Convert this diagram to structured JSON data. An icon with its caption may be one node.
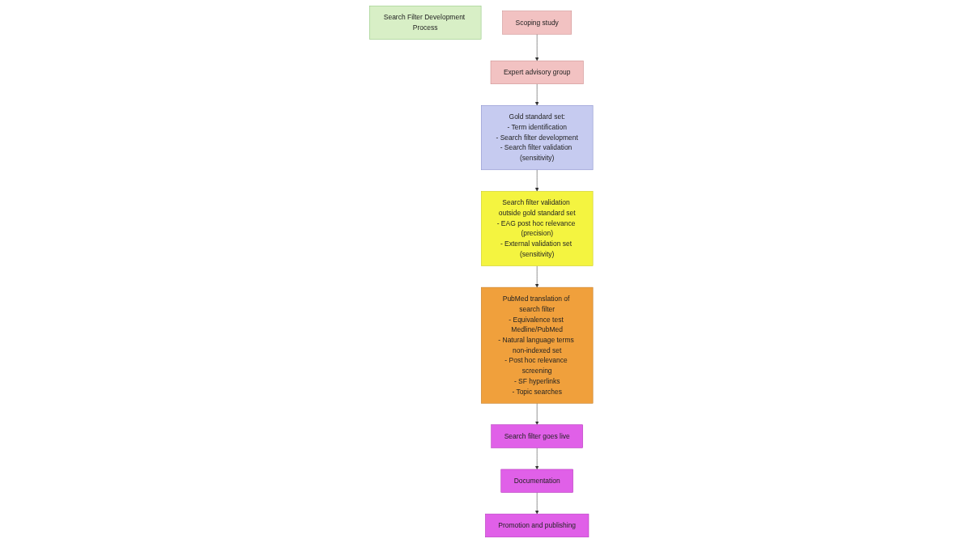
{
  "diagram": {
    "nodes": [
      {
        "text": [
          "Search Filter Development Process"
        ]
      },
      {
        "text": [
          "Scoping study"
        ]
      },
      {
        "text": [
          "Expert advisory group"
        ]
      },
      {
        "text": [
          "Gold standard set:",
          "- Term identification",
          "- Search filter development",
          "- Search filter validation (sensitivity)"
        ]
      },
      {
        "text": [
          "PubMed translation of search filter",
          "- Equivalence test Medline/PubMed",
          "- Natural language terms non-indexed set",
          "- Post hoc relevance screening",
          "- SF hyperlinks",
          "- Topic searches"
        ]
      },
      {
        "text": [
          "Search filter validation outside gold standard set",
          "- EAG post hoc relevance (precision)",
          "- External validation set (sensitivity)"
        ]
      },
      {
        "text": [
          "Search filter goes live"
        ]
      },
      {
        "text": [
          "Documentation"
        ]
      },
      {
        "text": [
          "Promotion and publishing"
        ]
      }
    ],
    "edges": [
      {
        "from": 1,
        "to": 2,
        "arrow": "to"
      },
      {
        "from": 2,
        "to": 3,
        "arrow": "to"
      },
      {
        "from": 3,
        "to": 5,
        "arrow": "to"
      },
      {
        "from": 5,
        "to": 4,
        "arrow": "to"
      },
      {
        "from": 4,
        "to": 6,
        "arrow": "to"
      },
      {
        "from": 6,
        "to": 7,
        "arrow": "to"
      },
      {
        "from": 7,
        "to": 8,
        "arrow": "to"
      }
    ]
  }
}
